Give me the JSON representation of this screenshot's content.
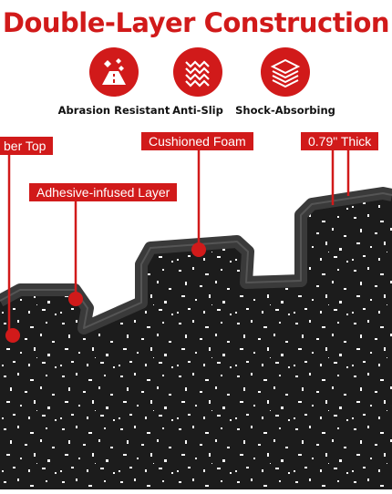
{
  "title": "Double-Layer Construction",
  "features": [
    {
      "label": "Abrasion Resistant",
      "icon": "diamond-road-icon"
    },
    {
      "label": "Anti-Slip",
      "icon": "wavy-lines-icon"
    },
    {
      "label": "Shock-Absorbing",
      "icon": "stacked-layers-icon"
    }
  ],
  "callouts": {
    "rubber_top": "ber Top",
    "cushioned_foam": "Cushioned Foam",
    "thickness": "0.79\" Thick",
    "adhesive": "Adhesive-infused Layer"
  },
  "colors": {
    "accent": "#d11a1a",
    "mat": "#1c1c1c",
    "speckle": "#ffffff"
  }
}
